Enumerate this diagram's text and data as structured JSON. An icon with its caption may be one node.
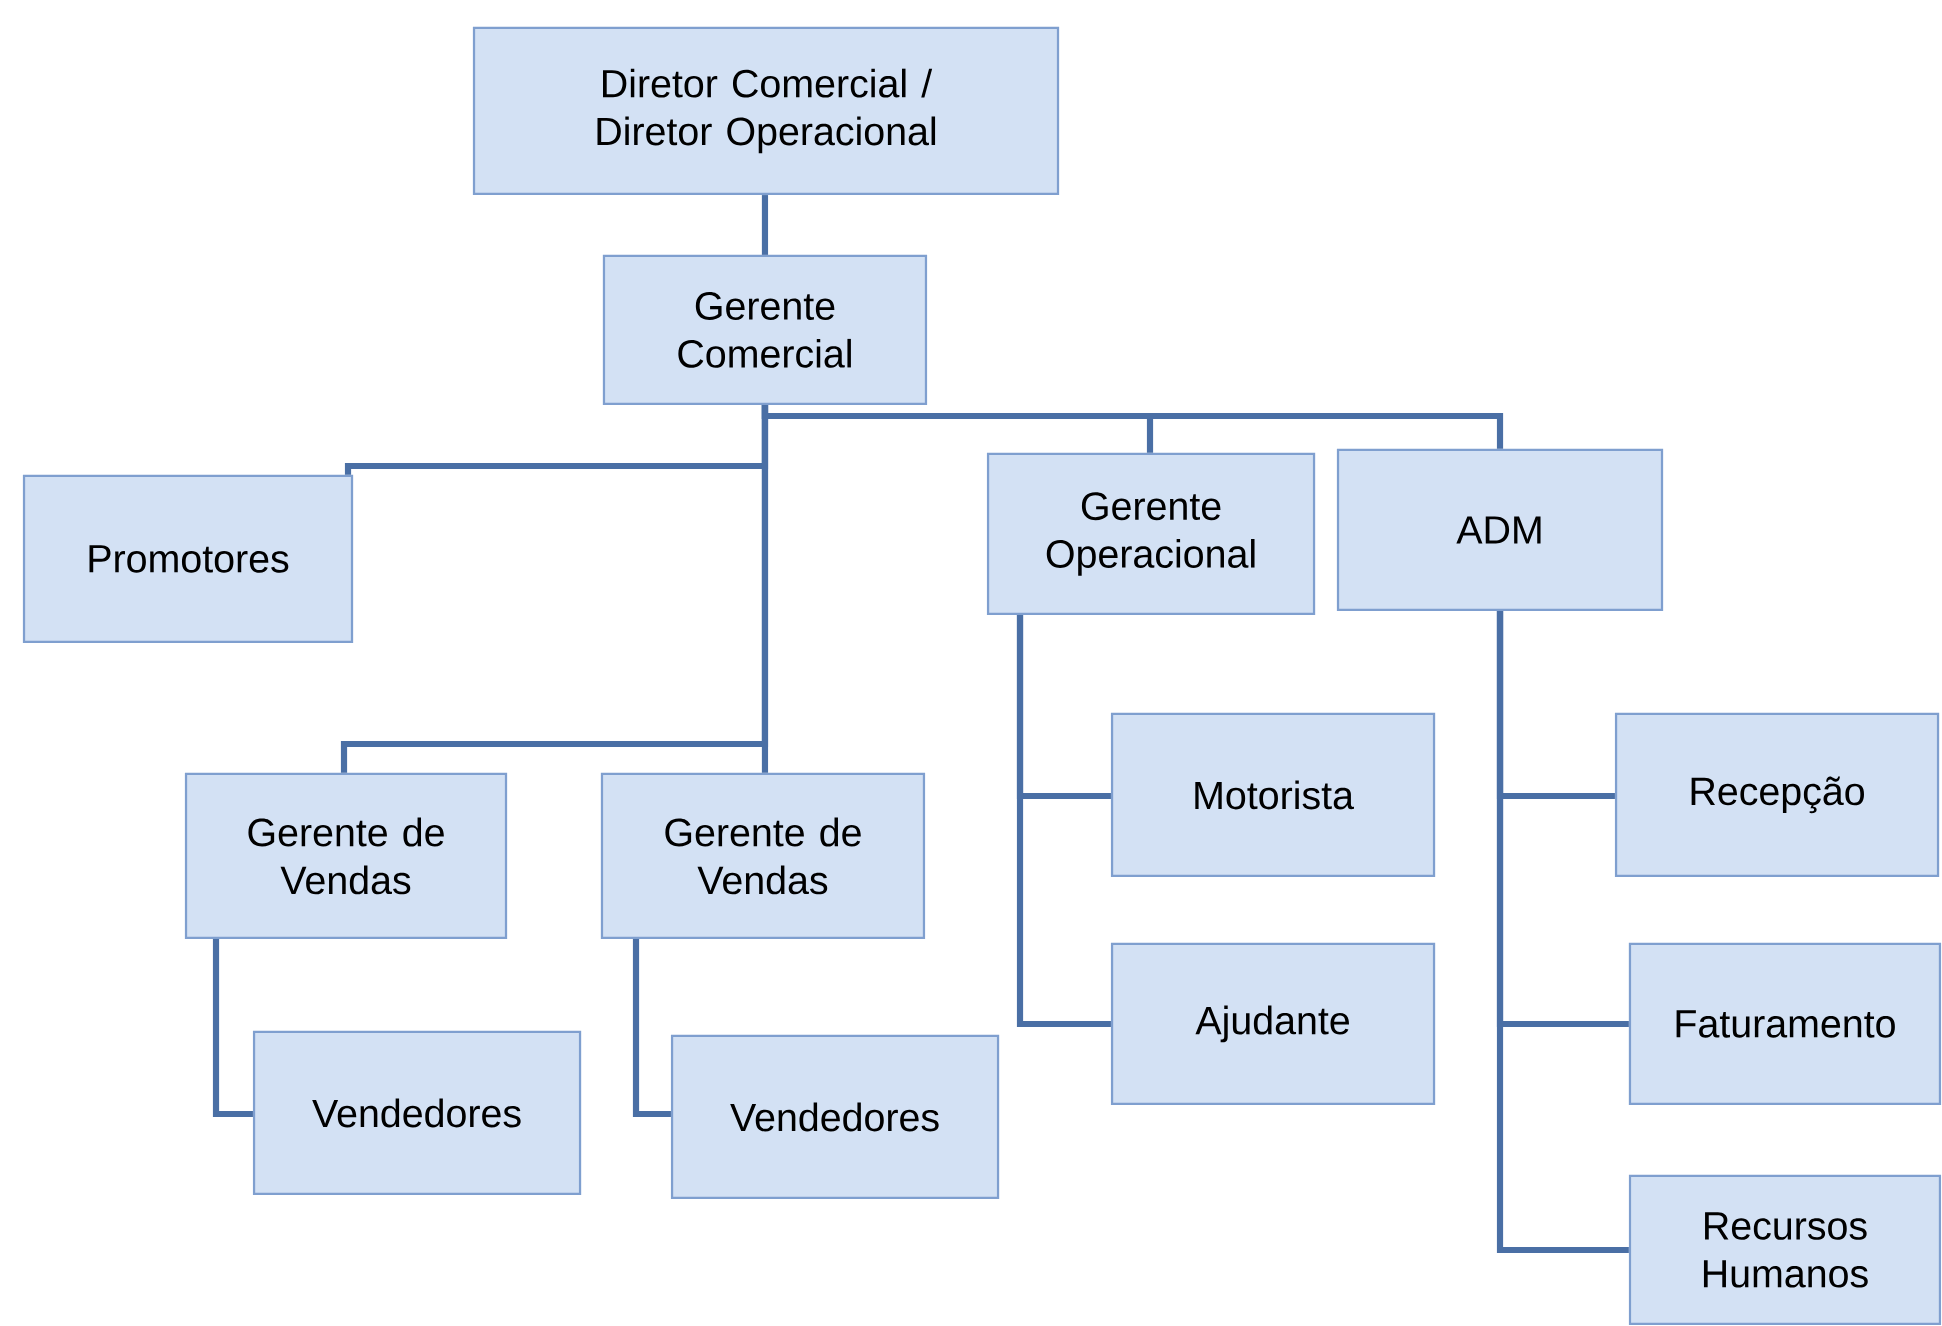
{
  "diagram": {
    "nodes": [
      {
        "text": [
          "Diretor Comercial / Diretor Operacional"
        ]
      },
      {
        "text": [
          "Gerente Comercial"
        ]
      },
      {
        "text": [
          "Promotores"
        ]
      },
      {
        "text": [
          "Gerente Operacional"
        ]
      },
      {
        "text": [
          "ADM"
        ]
      },
      {
        "text": [
          "Gerente de Vendas"
        ]
      },
      {
        "text": [
          "Gerente de Vendas"
        ]
      },
      {
        "text": [
          "Vendedores"
        ]
      },
      {
        "text": [
          "Vendedores"
        ]
      },
      {
        "text": [
          "Motorista"
        ]
      },
      {
        "text": [
          "Ajudante"
        ]
      },
      {
        "text": [
          "Recepção"
        ]
      },
      {
        "text": [
          "Faturamento"
        ]
      },
      {
        "text": [
          "Recursos Humanos"
        ]
      }
    ],
    "edges": [
      {
        "from": 0,
        "to": 1,
        "arrow": "none"
      },
      {
        "from": 1,
        "to": 2,
        "arrow": "none"
      },
      {
        "from": 1,
        "to": 5,
        "arrow": "none"
      },
      {
        "from": 1,
        "to": 6,
        "arrow": "none"
      },
      {
        "from": 1,
        "to": 3,
        "arrow": "none"
      },
      {
        "from": 1,
        "to": 4,
        "arrow": "none"
      },
      {
        "from": 5,
        "to": 7,
        "arrow": "none"
      },
      {
        "from": 6,
        "to": 8,
        "arrow": "none"
      },
      {
        "from": 3,
        "to": 9,
        "arrow": "none"
      },
      {
        "from": 3,
        "to": 10,
        "arrow": "none"
      },
      {
        "from": 4,
        "to": 11,
        "arrow": "none"
      },
      {
        "from": 4,
        "to": 12,
        "arrow": "none"
      },
      {
        "from": 4,
        "to": 13,
        "arrow": "none"
      }
    ]
  }
}
